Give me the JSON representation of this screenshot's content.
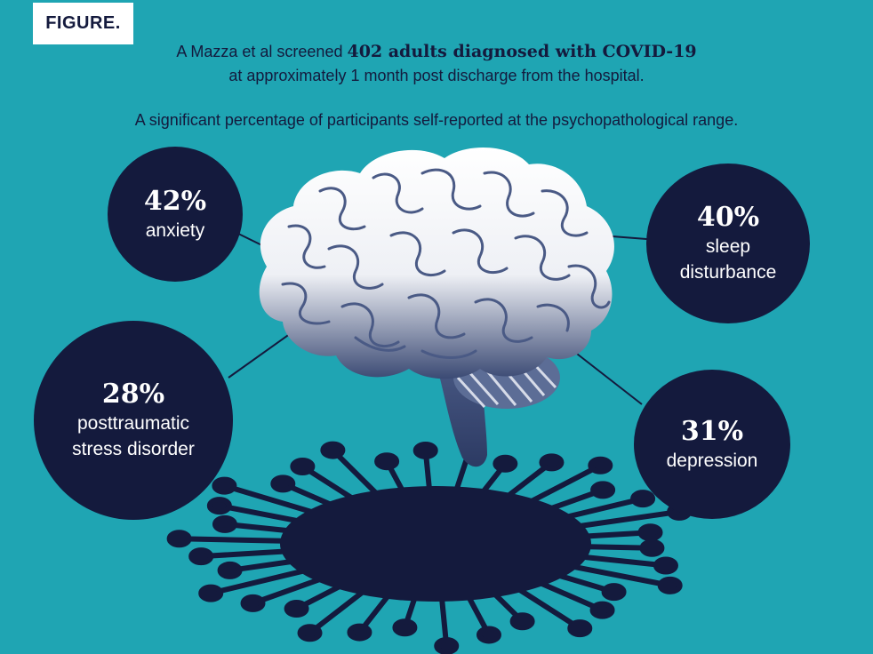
{
  "figure_tag": "FIGURE.",
  "intro": {
    "line1_prefix": "A Mazza et al screened ",
    "line1_bold": "402 adults diagnosed with COVID-19",
    "line2": "at approximately 1 month post discharge from the hospital.",
    "line3": "A significant percentage of participants self-reported at the psychopathological range."
  },
  "stats": {
    "anxiety": {
      "value": "42%",
      "label": "anxiety"
    },
    "sleep": {
      "value": "40%",
      "label_line1": "sleep",
      "label_line2": "disturbance"
    },
    "ptsd": {
      "value": "28%",
      "label_line1": "posttraumatic",
      "label_line2": "stress disorder"
    },
    "depression": {
      "value": "31%",
      "label": "depression"
    }
  },
  "colors": {
    "background": "#1fa5b3",
    "navy": "#141a3d",
    "brain_light": "#ffffff",
    "brain_shadow": "#3b4a74"
  },
  "icons": [
    "brain-illustration",
    "virus-illustration"
  ]
}
